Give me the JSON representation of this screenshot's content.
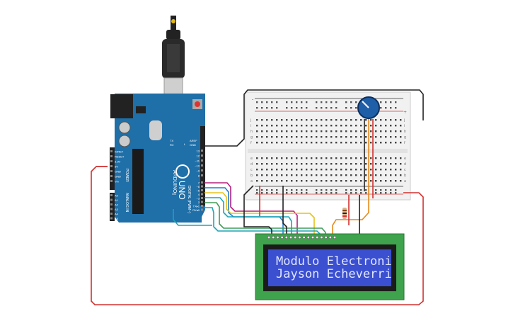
{
  "arduino": {
    "brand": "ARDUINO",
    "model": "UNO",
    "digital_label": "DIGITAL (PWM~)",
    "power_label": "POWER",
    "analog_label": "ANALOG IN",
    "aref": "AREF",
    "gnd": "GND",
    "pins_top": [
      "13",
      "12",
      "~11",
      "~10",
      "~9",
      "8"
    ],
    "pins_bottom": [
      "7",
      "~6",
      "~5",
      "4",
      "~3",
      "2",
      "TX▸1",
      "RX◂0"
    ],
    "power_pins": [
      "IOREF",
      "RESET",
      "3.3V",
      "5V",
      "GND",
      "GND",
      "Vin"
    ],
    "analog_pins": [
      "A0",
      "A1",
      "A2",
      "A3",
      "A4",
      "A5"
    ],
    "led_l": "L",
    "led_tx": "TX",
    "led_rx": "RX",
    "on": "ON"
  },
  "breadboard": {
    "rows_letters": [
      "j",
      "i",
      "h",
      "g",
      "f",
      "e",
      "d",
      "c",
      "b",
      "a"
    ],
    "plus": "+",
    "minus": "-"
  },
  "lcd": {
    "line1": "Modulo Electroni",
    "line2": "Jayson Echeverri",
    "colors": {
      "pcb": "#3fa34d",
      "bezel": "#1b1b1b",
      "screen": "#3b4fd1"
    }
  },
  "colors": {
    "board": "#1f6fa8",
    "breadboard": "#f1f1f1",
    "wire_red": "#d1312f",
    "wire_black": "#222222",
    "wire_yellow": "#e5c21b",
    "wire_orange": "#e48a1b",
    "wire_magenta": "#b3207d",
    "wire_blue": "#1d7fd1",
    "wire_teal": "#1aa6b5",
    "wire_green": "#3f9b58",
    "pot": "#1f5fa8"
  }
}
